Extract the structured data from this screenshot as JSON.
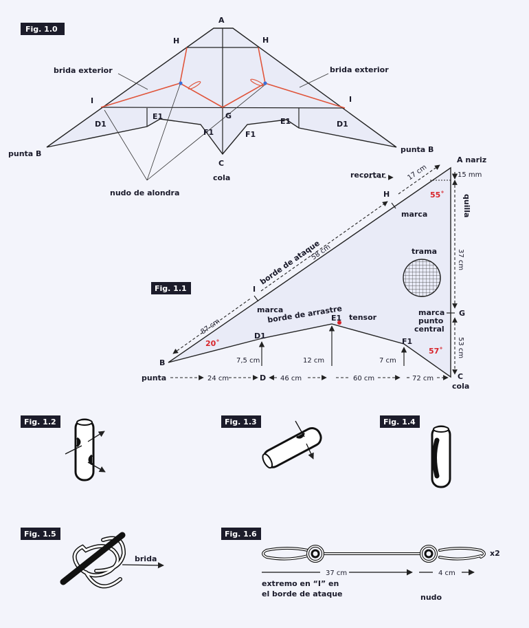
{
  "fig10": {
    "tag": "Fig. 1.0",
    "A": "A",
    "H_left": "H",
    "H_right": "H",
    "I_left": "I",
    "I_right": "I",
    "G": "G",
    "C": "C",
    "brida_left": "brida exterior",
    "brida_right": "brida exterior",
    "E1_left": "E1",
    "E1_right": "E1",
    "D1_left": "D1",
    "D1_right": "D1",
    "F1_left": "F1",
    "F1_right": "F1",
    "punta_left": "punta B",
    "punta_right": "punta B",
    "cola": "cola",
    "nudo": "nudo de alondra"
  },
  "fig11": {
    "tag": "Fig. 1.1",
    "a_nariz": "A nariz",
    "recortar": "recortar",
    "dim_17": "17 cm",
    "dim_15": "15 mm",
    "angle_55": "55˚",
    "quilla": "quilla",
    "H": "H",
    "marca_h": "marca",
    "dim_58": "58 cm",
    "borde_ataque": "borde de ataque",
    "trama": "trama",
    "dim_37": "37 cm",
    "I": "I",
    "marca_i": "marca",
    "borde_arrastre": "borde de arrastre",
    "E1": "E1",
    "tensor": "tensor",
    "marca_g1": "marca",
    "marca_g2": "punto",
    "marca_g3": "central",
    "G": "G",
    "dim_87": "87 cm",
    "D1": "D1",
    "angle_20": "20˚",
    "F1": "F1",
    "dim_53": "53 cm",
    "angle_57": "57˚",
    "B": "B",
    "h_75": "7,5 cm",
    "h_12": "12 cm",
    "h_7": "7 cm",
    "C": "C",
    "cola": "cola",
    "punta": "punta",
    "dim_24": "24 cm",
    "D": "D",
    "dim_46": "46 cm",
    "dim_60": "60 cm",
    "dim_72": "72 cm"
  },
  "fig12": {
    "tag": "Fig. 1.2"
  },
  "fig13": {
    "tag": "Fig. 1.3"
  },
  "fig14": {
    "tag": "Fig. 1.4"
  },
  "fig15": {
    "tag": "Fig. 1.5",
    "brida": "brida"
  },
  "fig16": {
    "tag": "Fig. 1.6",
    "x2": "x2",
    "dim_37": "37 cm",
    "dim_4": "4 cm",
    "extremo_1": "extremo en “I” en",
    "extremo_2": "el borde de ataque",
    "nudo": "nudo"
  },
  "colors": {
    "bridle": "#e0543a",
    "accent": "#d8242a",
    "tag_bg": "#1c1c2a"
  }
}
